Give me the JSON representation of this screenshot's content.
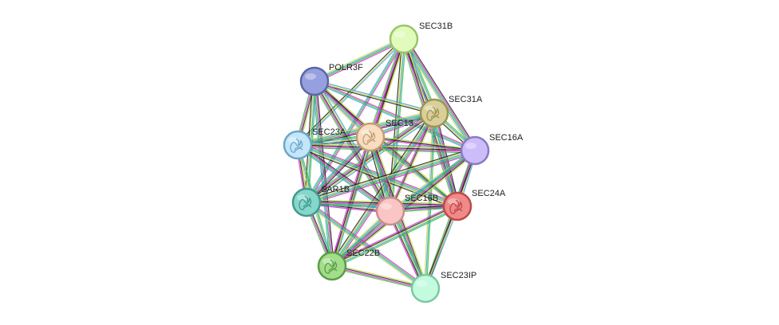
{
  "nodes": [
    {
      "id": "SEC31B",
      "label": "SEC31B",
      "fill": "#e1fbbd",
      "stroke": "#9ac46a",
      "icon": ""
    },
    {
      "id": "POLR3F",
      "label": "POLR3F",
      "fill": "#97a0de",
      "stroke": "#5b66a6",
      "icon": ""
    },
    {
      "id": "SEC31A",
      "label": "SEC31A",
      "fill": "#d8cf9a",
      "stroke": "#9e9450",
      "icon": "protein-structure-icon"
    },
    {
      "id": "SEC23A",
      "label": "SEC23A",
      "fill": "#c3e6fa",
      "stroke": "#6ca6c6",
      "icon": "protein-structure-icon"
    },
    {
      "id": "SEC13",
      "label": "SEC13",
      "fill": "#f8ddbf",
      "stroke": "#c49d76",
      "icon": "protein-structure-icon"
    },
    {
      "id": "SEC16A",
      "label": "SEC16A",
      "fill": "#cdbcfa",
      "stroke": "#8a78c4",
      "icon": ""
    },
    {
      "id": "SAR1B",
      "label": "SAR1B",
      "fill": "#86d6cc",
      "stroke": "#3f9a8e",
      "icon": "protein-structure-icon"
    },
    {
      "id": "SEC16B",
      "label": "SEC16B",
      "fill": "#f9c5c5",
      "stroke": "#cc8d8d",
      "icon": ""
    },
    {
      "id": "SEC24A",
      "label": "SEC24A",
      "fill": "#f08a8a",
      "stroke": "#c04848",
      "icon": "protein-structure-icon"
    },
    {
      "id": "SEC22B",
      "label": "SEC22B",
      "fill": "#a3dd8a",
      "stroke": "#5a9e45",
      "icon": "protein-structure-icon"
    },
    {
      "id": "SEC23IP",
      "label": "SEC23IP",
      "fill": "#c4fbdf",
      "stroke": "#7cc8a0",
      "icon": ""
    }
  ],
  "edge_colors": [
    "#1d1d1d",
    "#d42ad4",
    "#2fbf2f",
    "#3b9cd8",
    "#c9d94a"
  ]
}
